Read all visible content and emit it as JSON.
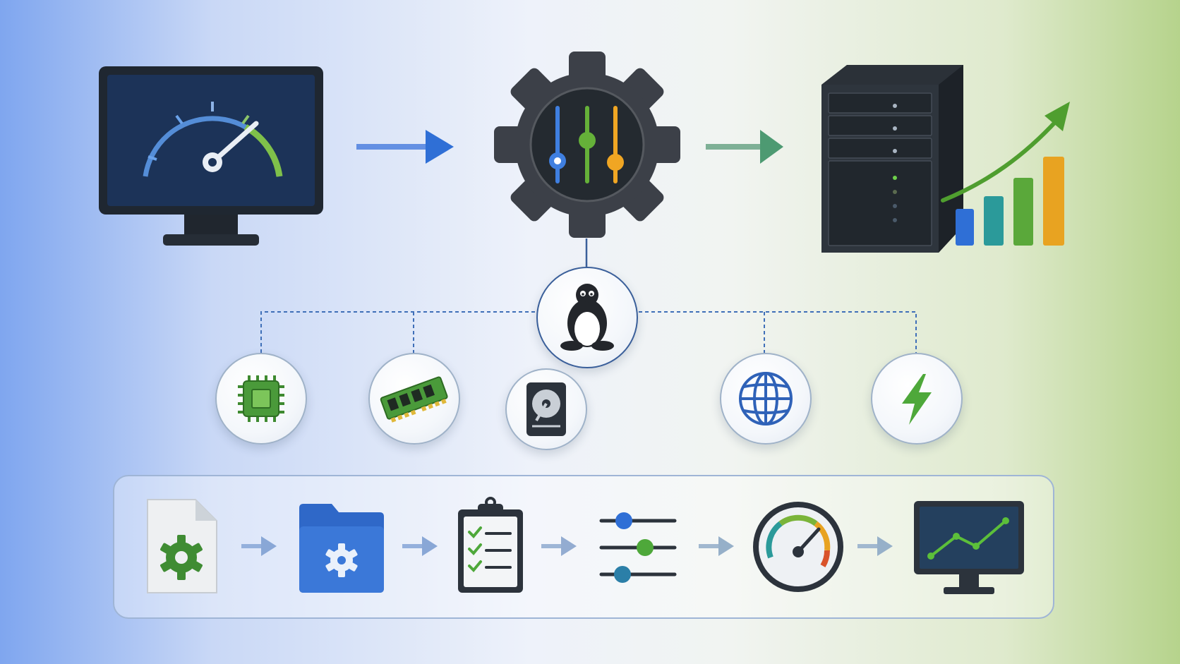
{
  "diagram": {
    "top_flow": [
      "monitor-speedometer",
      "settings-gear",
      "server-with-growth-chart"
    ],
    "linux_hub": "tux-penguin",
    "resources": [
      "cpu-chip",
      "ram-module",
      "hard-disk",
      "network-globe",
      "power-bolt"
    ],
    "pipeline_steps": [
      "config-file",
      "settings-folder",
      "checklist",
      "slider-controls",
      "speed-gauge",
      "chart-monitor"
    ]
  },
  "colors": {
    "blue_accent": "#2f6fd6",
    "green_accent": "#3f9a3a",
    "orange_accent": "#e8a321",
    "teal_accent": "#2b9a9a",
    "dark_panel": "#2c333c"
  }
}
